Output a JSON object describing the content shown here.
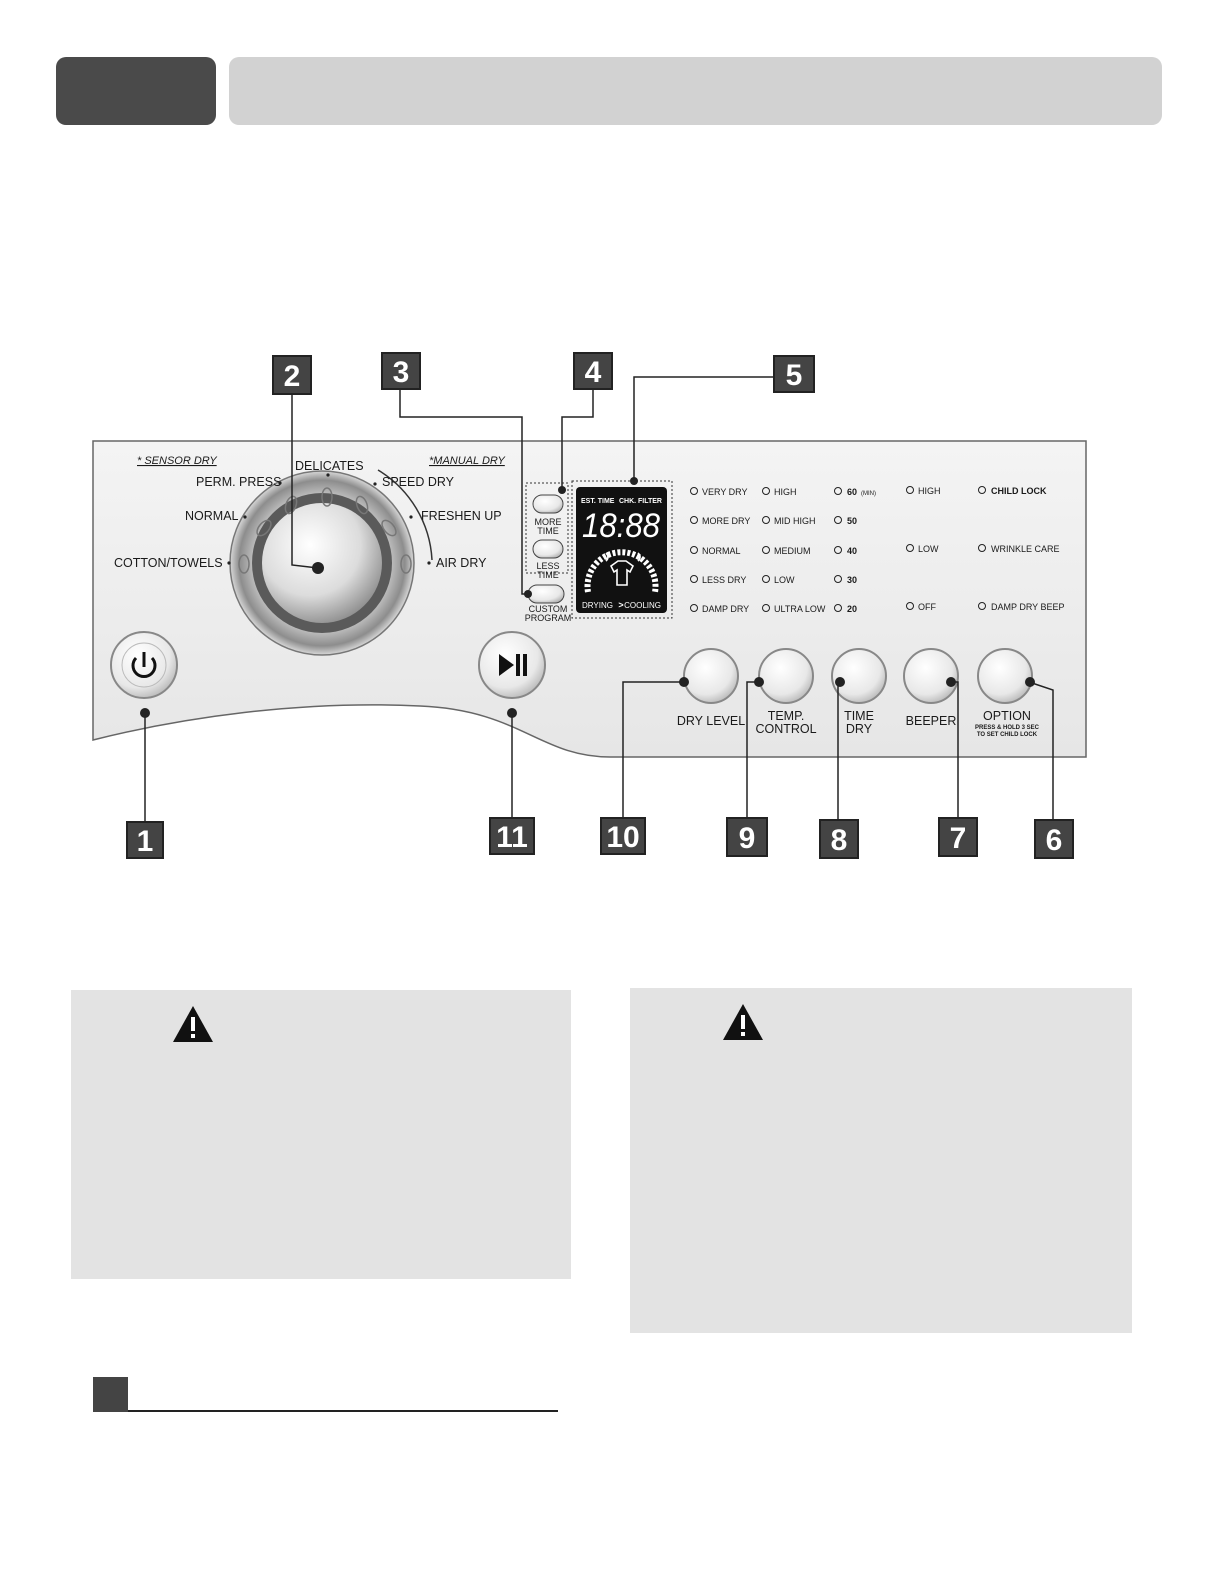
{
  "dial": {
    "sensor_dry_label": "* SENSOR DRY",
    "manual_dry_label": "*MANUAL DRY",
    "cycles": [
      "COTTON/TOWELS",
      "NORMAL",
      "PERM. PRESS",
      "DELICATES",
      "SPEED DRY",
      "FRESHEN UP",
      "AIR DRY"
    ]
  },
  "time_buttons": {
    "more_time": [
      "MORE",
      "TIME"
    ],
    "less_time": [
      "LESS",
      "TIME"
    ],
    "custom_program": [
      "CUSTOM",
      "PROGRAM"
    ]
  },
  "display": {
    "est_time": "EST. TIME",
    "chk_filter": "CHK. FILTER",
    "digits": "18:88",
    "drying": "DRYING",
    "arrow": ">",
    "cooling": "COOLING"
  },
  "options": {
    "dry_level": [
      "VERY DRY",
      "MORE DRY",
      "NORMAL",
      "LESS DRY",
      "DAMP DRY"
    ],
    "temp": [
      "HIGH",
      "MID HIGH",
      "MEDIUM",
      "LOW",
      "ULTRA LOW"
    ],
    "time": [
      "60",
      "50",
      "40",
      "30",
      "20"
    ],
    "time_unit": "(MIN)",
    "beeper": [
      "HIGH",
      "LOW",
      "OFF"
    ],
    "option": [
      "CHILD LOCK",
      "WRINKLE CARE",
      "DAMP DRY BEEP"
    ]
  },
  "buttons": {
    "dry_level": [
      "DRY LEVEL"
    ],
    "temp_control": [
      "TEMP.",
      "CONTROL"
    ],
    "time_dry": [
      "TIME",
      "DRY"
    ],
    "beeper": [
      "BEEPER"
    ],
    "option": [
      "OPTION"
    ],
    "option_note": [
      "PRESS & HOLD 3 SEC",
      "TO SET CHILD LOCK"
    ]
  },
  "callouts": [
    "1",
    "2",
    "3",
    "4",
    "5",
    "6",
    "7",
    "8",
    "9",
    "10",
    "11"
  ]
}
